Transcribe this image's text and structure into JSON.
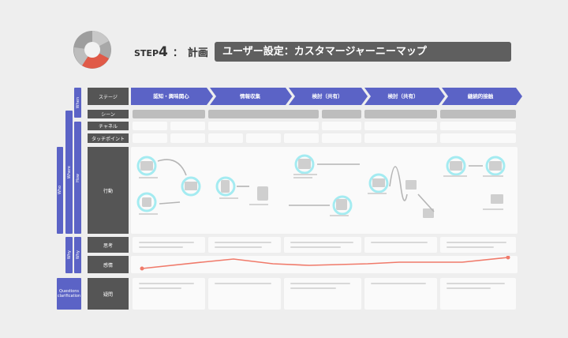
{
  "step": {
    "prefix": "STEP",
    "number": "4",
    "colon": "：",
    "word": "計画"
  },
  "title": "ユーザー設定：カスタマージャーニーマップ",
  "row_labels": {
    "stage": "ステージ",
    "scene": "シーン",
    "channel": "チャネル",
    "touchpoint": "タッチポイント",
    "action": "行動",
    "thought": "思考",
    "emotion": "感情",
    "question": "疑問"
  },
  "side_labels": {
    "when": "When",
    "who": "Who",
    "where": "Where",
    "how": "How",
    "why": "Why",
    "why2": "Why",
    "qa": "Questions\nclarification"
  },
  "stages": [
    "認知・興味関心",
    "情報収集",
    "検討（共有）",
    "検討（共有）",
    "継続的接触"
  ],
  "colors": {
    "accent": "#5b63c6",
    "header_dark": "#555555",
    "emotion_line": "#f07a6a",
    "icon_glow": "#8fe8ef",
    "title_bg": "#5f5f5f",
    "cycle_red": "#e05a48"
  },
  "icons": [
    "person-icon",
    "pc-icon",
    "smartphone-icon",
    "arrow-icon"
  ]
}
